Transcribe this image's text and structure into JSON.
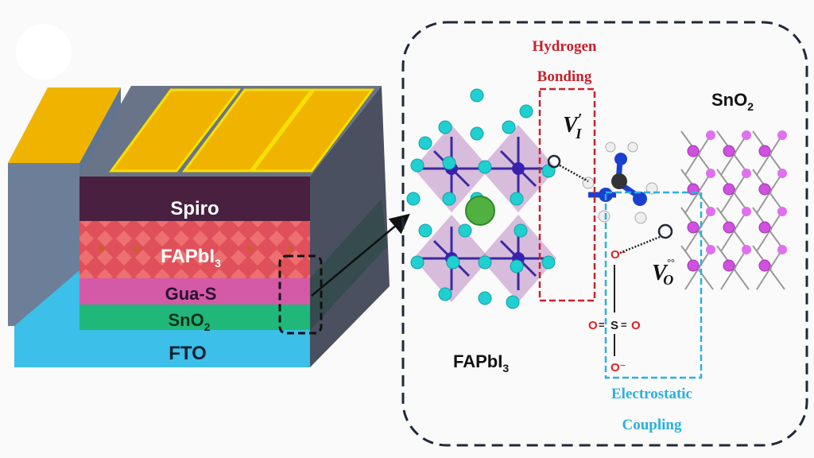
{
  "device": {
    "layers": [
      {
        "label": "Spiro",
        "sub": "",
        "color": "#4a2040",
        "text_color": "#ffffff"
      },
      {
        "label": "FAPbI",
        "sub": "3",
        "color": "#e0505a",
        "text_color": "#ffffff"
      },
      {
        "label": "Gua-S",
        "sub": "",
        "color": "#d45aa8",
        "text_color": "#2a1030"
      },
      {
        "label": "SnO",
        "sub": "2",
        "color": "#1fb87a",
        "text_color": "#10301c"
      },
      {
        "label": "FTO",
        "sub": "",
        "color": "#3cbfe8",
        "text_color": "#0a2030"
      }
    ],
    "electrode_color": "#f0b400"
  },
  "interface": {
    "hydrogen_bonding": [
      "Hydrogen",
      "Bonding"
    ],
    "electrostatic_coupling": [
      "Electrostatic",
      "Coupling"
    ],
    "fapbi3_label": {
      "main": "FAPbI",
      "sub": "3"
    },
    "sno2_label": {
      "main": "SnO",
      "sub": "2"
    },
    "iodide_vacancy": {
      "main": "V",
      "sup": "′",
      "sub": "I"
    },
    "oxygen_vacancy": {
      "main": "V",
      "sup": "°°",
      "sub": "O"
    },
    "sulfate": {
      "o": "O",
      "s": "S",
      "o_minus": "O⁻"
    },
    "colors": {
      "hydrogen": "#c8202c",
      "electrostatic": "#2ab0e0",
      "border": "#202838"
    }
  }
}
